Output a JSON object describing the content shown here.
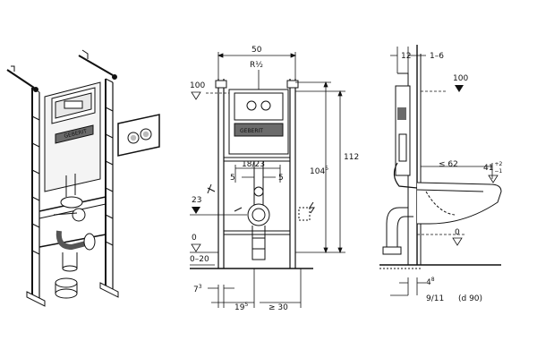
{
  "front_view": {
    "width_label": "50",
    "connection_label": "R½",
    "height_total": "112",
    "height_frame_base": "104",
    "height_frame_sup": "5",
    "level_top": "100",
    "level_23": "23",
    "level_zero": "0",
    "floor_range": "0–20",
    "spacing_center": "18/23",
    "spacing_left": "5",
    "spacing_right": "5",
    "bottom_left_base": "7",
    "bottom_left_sup": "3",
    "bottom_mid_base": "19",
    "bottom_mid_sup": "5",
    "bottom_right": "≥ 30"
  },
  "side_view": {
    "top_gap_a": "12",
    "top_gap_b": "1–6",
    "level_top": "100",
    "bowl_depth": "≤ 62",
    "bowl_height_base": "41",
    "bowl_height_tol_plus": "+2",
    "bowl_height_tol_minus": "−1",
    "level_zero": "0",
    "bottom_a_base": "4",
    "bottom_a_sup": "8",
    "bottom_b": "9/11",
    "bottom_b_note": "(d 90)"
  },
  "brand": {
    "name": "GEBERIT"
  },
  "colors": {
    "line": "#111111",
    "fill_light": "#f2f2f2",
    "fill_dark": "#6b6b6b"
  }
}
